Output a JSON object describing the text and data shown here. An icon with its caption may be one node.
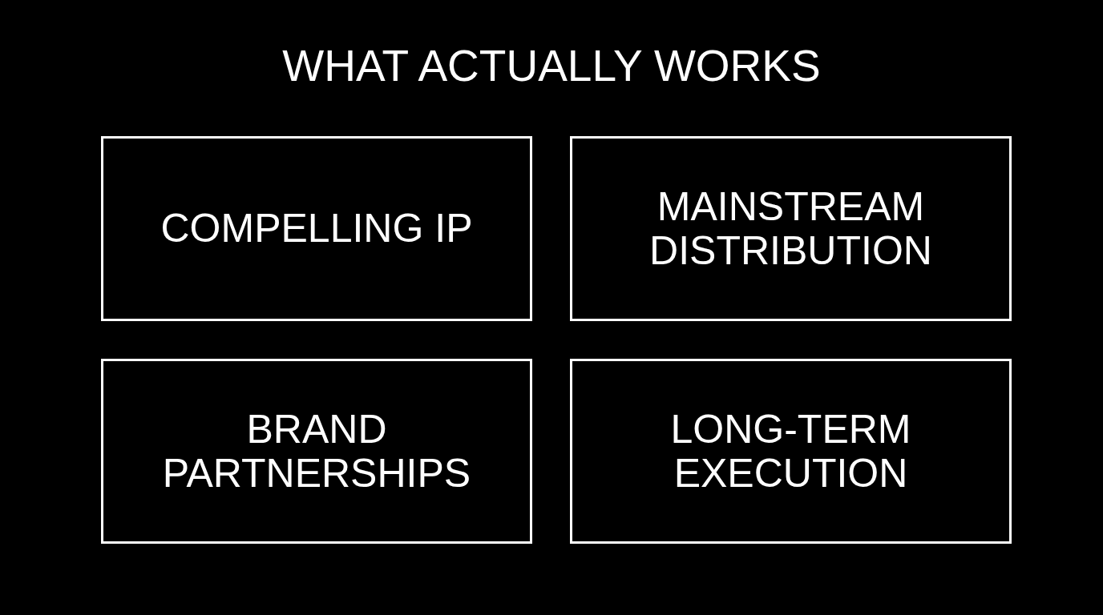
{
  "diagram": {
    "title": "WHAT ACTUALLY WORKS",
    "nodes": [
      {
        "text": [
          "COMPELLING IP"
        ]
      },
      {
        "text": [
          "MAINSTREAM DISTRIBUTION"
        ]
      },
      {
        "text": [
          "BRAND PARTNERSHIPS"
        ]
      },
      {
        "text": [
          "LONG-TERM EXECUTION"
        ]
      }
    ]
  }
}
